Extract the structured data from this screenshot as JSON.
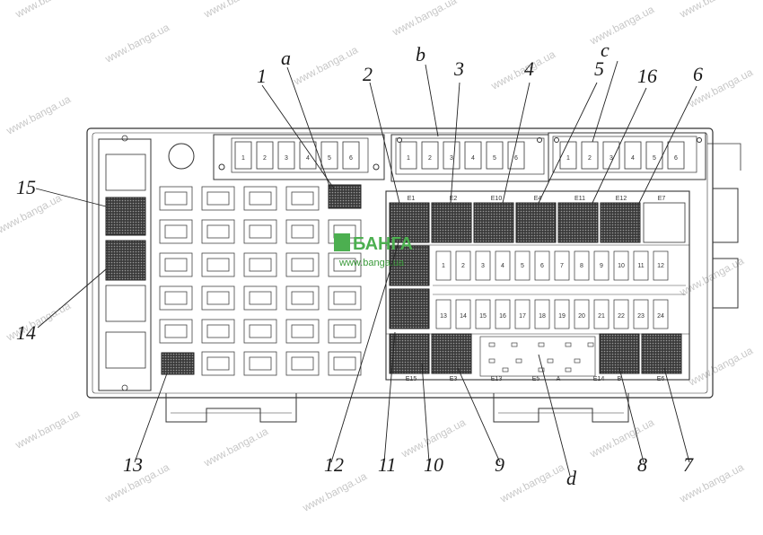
{
  "watermark": {
    "text": "www.banga.ua",
    "brand": "БАНГА",
    "brand_url": "www.banga.ua"
  },
  "callouts": {
    "a": "a",
    "b": "b",
    "c": "c",
    "d": "d",
    "n1": "1",
    "n2": "2",
    "n3": "3",
    "n4": "4",
    "n5": "5",
    "n6": "6",
    "n7": "7",
    "n8": "8",
    "n9": "9",
    "n10": "10",
    "n11": "11",
    "n12": "12",
    "n13": "13",
    "n14": "14",
    "n15": "15",
    "n16": "16"
  },
  "top_fuse_groups": [
    {
      "labels": [
        "1",
        "2",
        "3",
        "4",
        "5",
        "6"
      ]
    },
    {
      "labels": [
        "1",
        "2",
        "3",
        "4",
        "5",
        "6"
      ]
    },
    {
      "labels": [
        "1",
        "2",
        "3",
        "4",
        "5",
        "6"
      ]
    }
  ],
  "relay_labels": {
    "row1": [
      "E1",
      "E2",
      "E10",
      "E4",
      "E11",
      "E12",
      "E7"
    ],
    "row2": [
      "E15",
      "E3",
      "E13",
      "E5",
      "A",
      "E14",
      "B",
      "E6"
    ]
  },
  "fuse_row1": [
    "1",
    "2",
    "3",
    "4",
    "5",
    "6",
    "7",
    "8",
    "9",
    "10",
    "11",
    "12"
  ],
  "fuse_row2": [
    "13",
    "14",
    "15",
    "16",
    "17",
    "18",
    "19",
    "20",
    "21",
    "22",
    "23",
    "24"
  ]
}
